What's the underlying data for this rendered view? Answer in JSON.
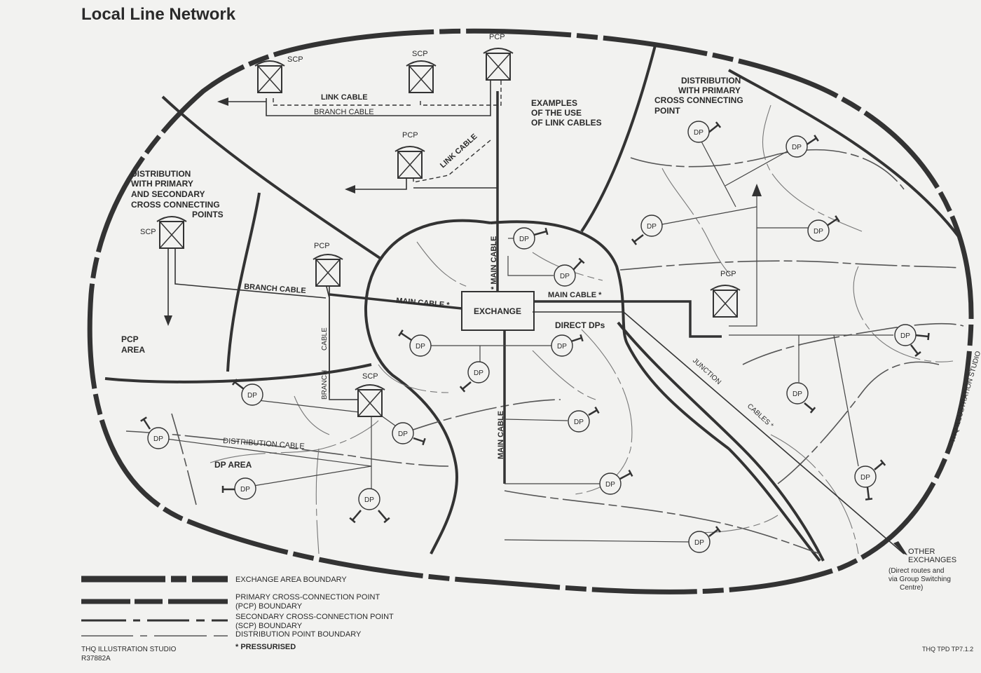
{
  "title": "Local Line Network",
  "labels": {
    "link_cable_1": "LINK CABLE",
    "branch_cable_1": "BRANCH CABLE",
    "link_cable_2": "LINK CABLE",
    "examples": [
      "EXAMPLES",
      "OF THE USE",
      "OF LINK CABLES"
    ],
    "distribution_primary": [
      "DISTRIBUTION",
      "WITH PRIMARY",
      "CROSS CONNECTING",
      "POINT"
    ],
    "distribution_primary_secondary": [
      "DISTRIBUTION",
      "WITH PRIMARY",
      "AND SECONDARY",
      "CROSS CONNECTING",
      "POINTS"
    ],
    "branch_cable_2": "BRANCH CABLE",
    "main_cable_left": "MAIN CABLE *",
    "main_cable_right": "MAIN CABLE *",
    "main_cable_top": "* MAIN CABLE",
    "main_cable_bottom": "MAIN CABLE",
    "exchange": "EXCHANGE",
    "direct_dps": "DIRECT DPs",
    "pcp_area": [
      "PCP",
      "AREA"
    ],
    "cable_vertical": "CABLE",
    "branch_vertical": "BRANCH",
    "distribution_cable": "DISTRIBUTION CABLE",
    "dp_area": "DP AREA",
    "junction": "JUNCTION",
    "cables_star": "CABLES *",
    "other_exchanges": [
      "OTHER",
      "EXCHANGES"
    ],
    "other_exchanges_note": [
      "(Direct routes and",
      "via Group Switching",
      "Centre)"
    ],
    "studio_side": "THQ ILLUSTRATION STUDIO",
    "dp": "DP",
    "pcp": "PCP",
    "scp": "SCP"
  },
  "legend": [
    {
      "lines": [
        "EXCHANGE AREA BOUNDARY"
      ],
      "style": "exchange"
    },
    {
      "lines": [
        "PRIMARY CROSS-CONNECTION POINT",
        "(PCP) BOUNDARY"
      ],
      "style": "pcp"
    },
    {
      "lines": [
        "SECONDARY CROSS-CONNECTION POINT",
        "(SCP) BOUNDARY"
      ],
      "style": "scp"
    },
    {
      "lines": [
        "DISTRIBUTION POINT BOUNDARY"
      ],
      "style": "dp"
    }
  ],
  "pressurised_note": "* PRESSURISED",
  "footer": {
    "studio": "THQ ILLUSTRATION STUDIO",
    "ref": "R37882A",
    "code": "THQ TPD TP7.1.2"
  }
}
